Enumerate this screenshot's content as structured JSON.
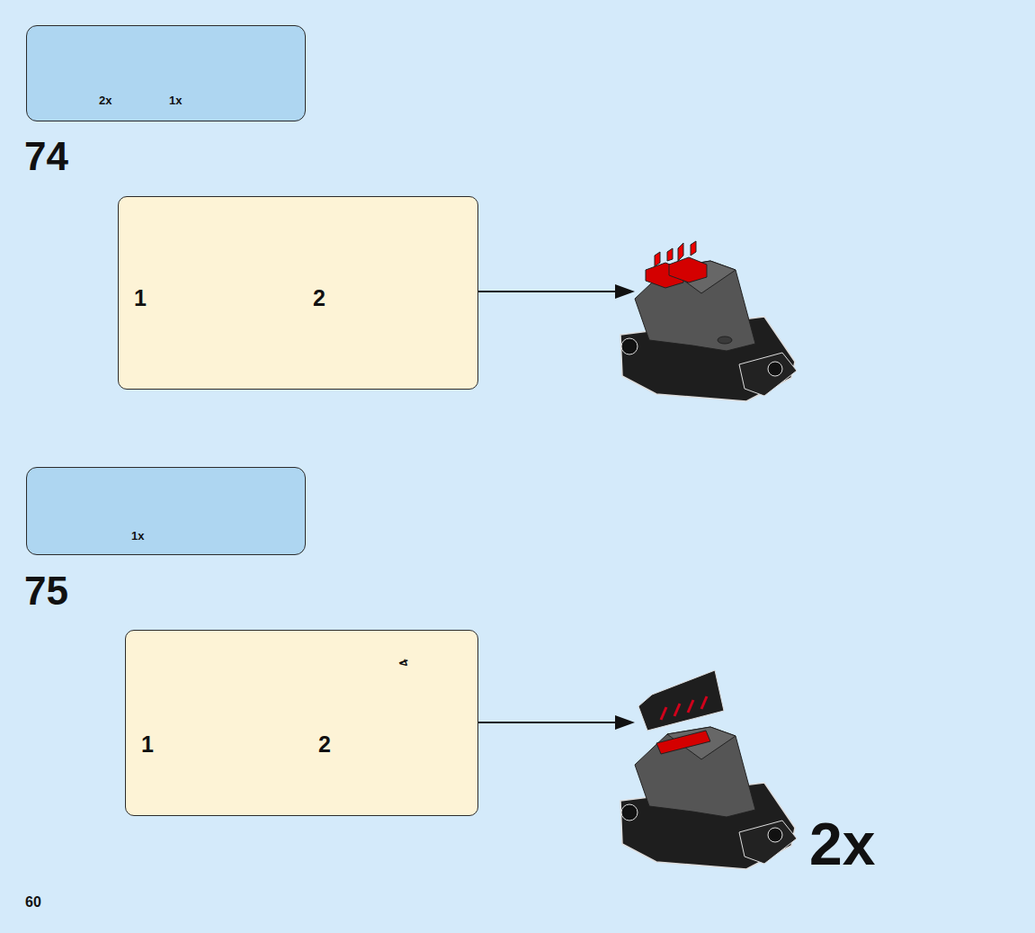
{
  "diagram": {
    "nodes": [
      {
        "text": [
          "2x",
          "1x"
        ]
      },
      {
        "text": [
          "1",
          "2"
        ]
      },
      {
        "text": [
          "1x"
        ]
      },
      {
        "text": [
          "1",
          "2"
        ]
      }
    ],
    "labels": [
      "74",
      "75",
      "4",
      "2x",
      "60"
    ]
  }
}
